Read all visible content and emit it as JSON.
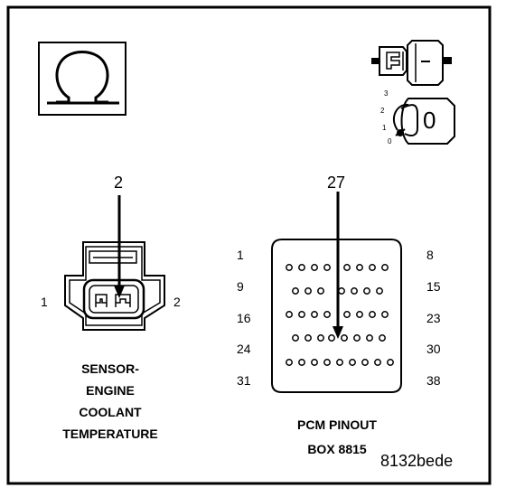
{
  "ohm_symbol": "ohm-symbol-icon",
  "ignition_key_icon": "ignition-key-icon",
  "connector_icon": "connector-icon",
  "key_positions": [
    "3",
    "2",
    "1",
    "0"
  ],
  "key_letter": "0",
  "sensor": {
    "callout": "2",
    "pin_left": "1",
    "pin_right": "2",
    "caption_lines": [
      "SENSOR-",
      "ENGINE",
      "COOLANT",
      "TEMPERATURE"
    ]
  },
  "pcm": {
    "callout": "27",
    "left_labels": [
      "1",
      "9",
      "16",
      "24",
      "31"
    ],
    "right_labels": [
      "8",
      "15",
      "23",
      "30",
      "38"
    ],
    "caption_lines": [
      "PCM PINOUT",
      "BOX 8815"
    ]
  },
  "reference_code": "8132bede",
  "colors": {
    "ink": "#000000",
    "background": "#ffffff"
  }
}
